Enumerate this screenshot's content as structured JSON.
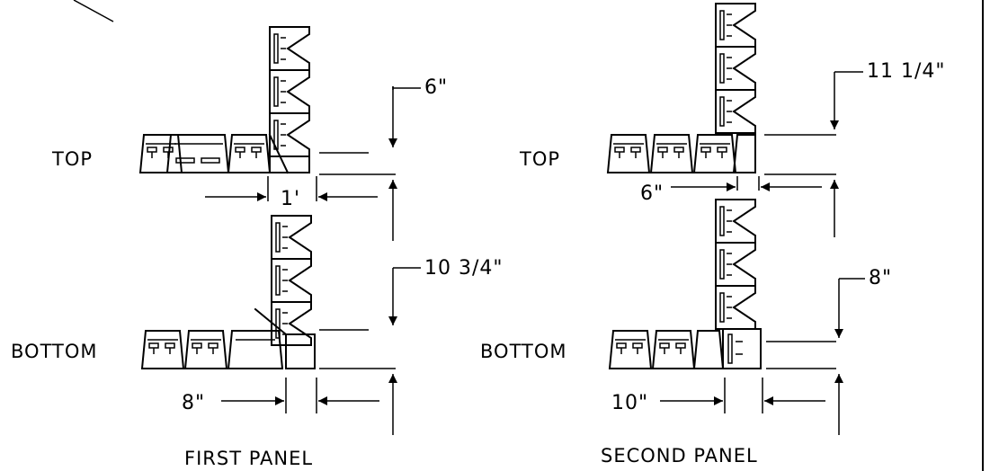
{
  "colors": {
    "ink": "#000000",
    "background": "#ffffff"
  },
  "panels": [
    {
      "caption": "FIRST PANEL",
      "rows": [
        {
          "label": "TOP",
          "vertical_dim": "6\"",
          "horizontal_dim": "1'"
        },
        {
          "label": "BOTTOM",
          "vertical_dim": "10 3/4\"",
          "horizontal_dim": "8\""
        }
      ]
    },
    {
      "caption": "SECOND PANEL",
      "rows": [
        {
          "label": "TOP",
          "vertical_dim": "11 1/4\"",
          "horizontal_dim": "6\""
        },
        {
          "label": "BOTTOM",
          "vertical_dim": "8\"",
          "horizontal_dim": "10\""
        }
      ]
    }
  ]
}
